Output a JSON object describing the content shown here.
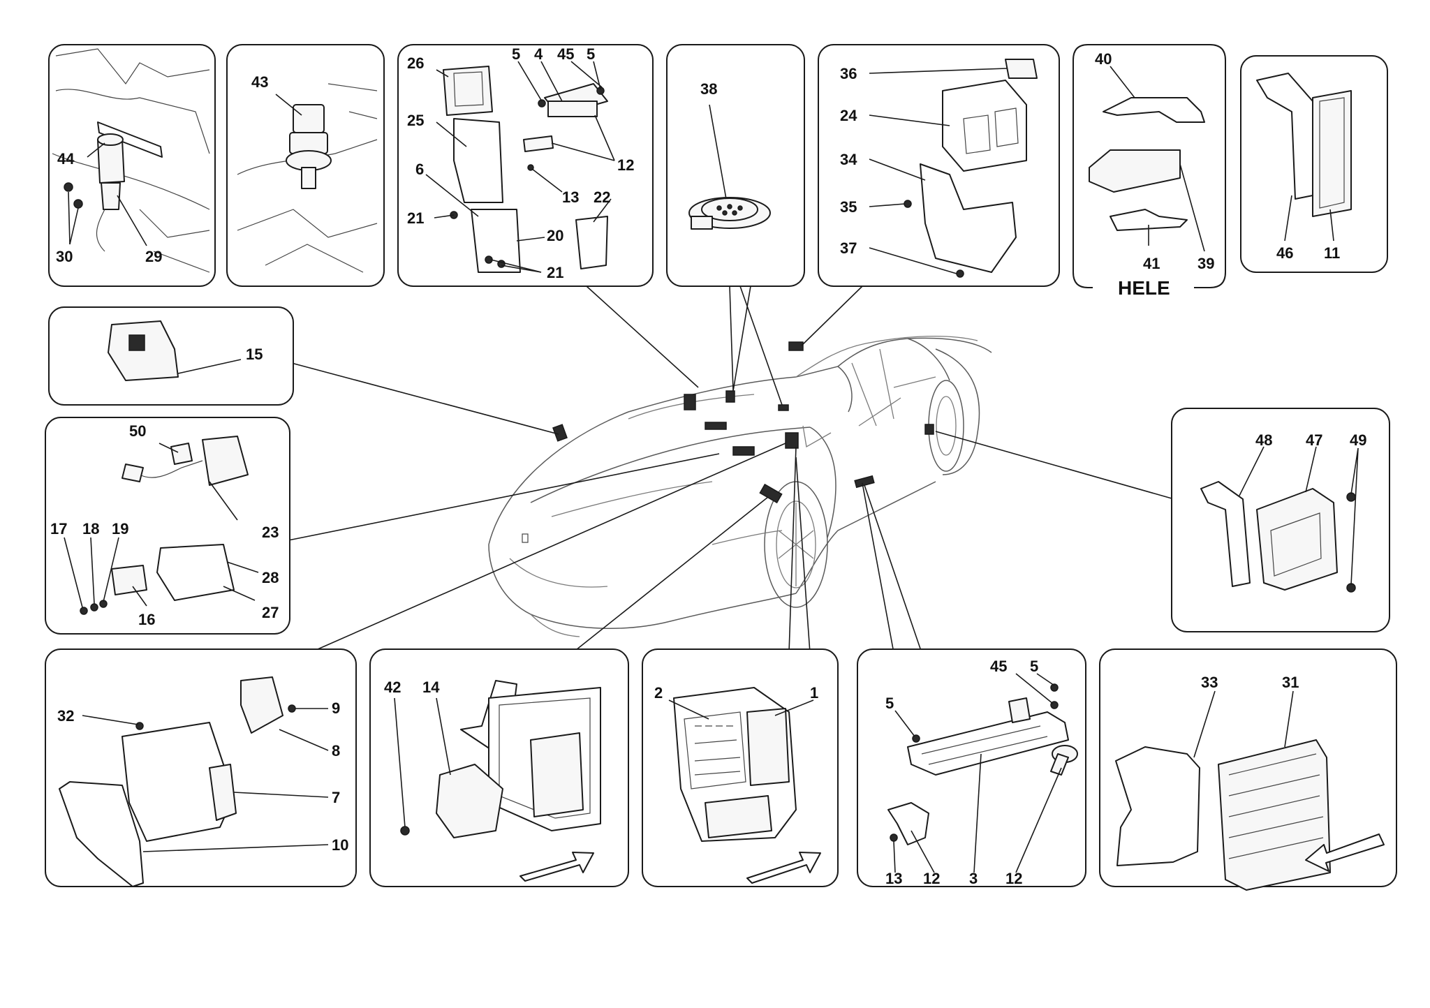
{
  "labels": {
    "l1": "1",
    "l2": "2",
    "l3": "3",
    "l4": "4",
    "l5": "5",
    "l6": "6",
    "l7": "7",
    "l8": "8",
    "l9": "9",
    "l10": "10",
    "l11": "11",
    "l12": "12",
    "l13": "13",
    "l14": "14",
    "l15": "15",
    "l16": "16",
    "l17": "17",
    "l18": "18",
    "l19": "19",
    "l20": "20",
    "l21": "21",
    "l22": "22",
    "l23": "23",
    "l24": "24",
    "l25": "25",
    "l26": "26",
    "l27": "27",
    "l28": "28",
    "l29": "29",
    "l30": "30",
    "l31": "31",
    "l32": "32",
    "l33": "33",
    "l34": "34",
    "l35": "35",
    "l36": "36",
    "l37": "37",
    "l38": "38",
    "l39": "39",
    "l40": "40",
    "l41": "41",
    "l42": "42",
    "l43": "43",
    "l44": "44",
    "l45": "45",
    "l46": "46",
    "l47": "47",
    "l48": "48",
    "l49": "49",
    "l50": "50"
  },
  "variant_label": "HELE"
}
